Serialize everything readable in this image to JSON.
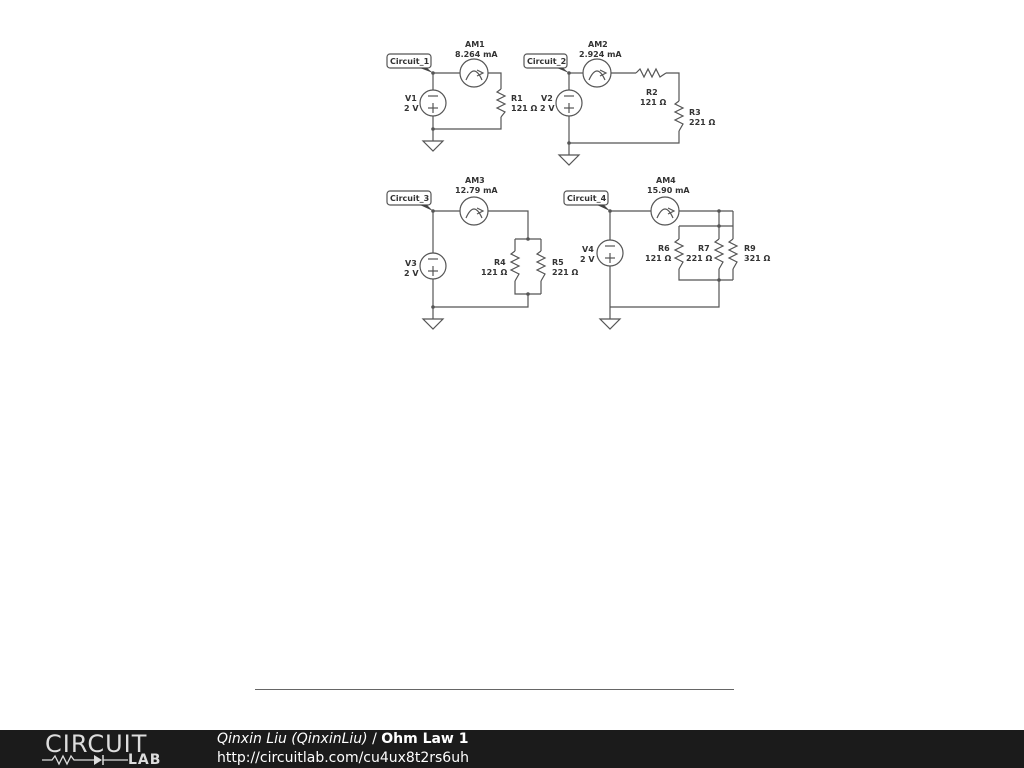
{
  "circuits": [
    {
      "tag": "Circuit_1",
      "ammeter": {
        "name": "AM1",
        "value": "8.264 mA"
      },
      "source": {
        "name": "V1",
        "value": "2 V"
      },
      "resistors": [
        {
          "name": "R1",
          "value": "121 Ω"
        }
      ]
    },
    {
      "tag": "Circuit_2",
      "ammeter": {
        "name": "AM2",
        "value": "2.924 mA"
      },
      "source": {
        "name": "V2",
        "value": "2 V"
      },
      "resistors": [
        {
          "name": "R2",
          "value": "121 Ω"
        },
        {
          "name": "R3",
          "value": "221 Ω"
        }
      ]
    },
    {
      "tag": "Circuit_3",
      "ammeter": {
        "name": "AM3",
        "value": "12.79 mA"
      },
      "source": {
        "name": "V3",
        "value": "2 V"
      },
      "resistors": [
        {
          "name": "R4",
          "value": "121 Ω"
        },
        {
          "name": "R5",
          "value": "221 Ω"
        }
      ]
    },
    {
      "tag": "Circuit_4",
      "ammeter": {
        "name": "AM4",
        "value": "15.90 mA"
      },
      "source": {
        "name": "V4",
        "value": "2 V"
      },
      "resistors": [
        {
          "name": "R6",
          "value": "121 Ω"
        },
        {
          "name": "R7",
          "value": "221 Ω"
        },
        {
          "name": "R9",
          "value": "321 Ω"
        }
      ]
    }
  ],
  "footer": {
    "logo_text": "CIRCUIT",
    "logo_sub": "LAB",
    "author": "Qinxin Liu (QinxinLiu)",
    "separator": "/",
    "title": "Ohm Law 1",
    "url": "http://circuitlab.com/cu4ux8t2rs6uh"
  }
}
